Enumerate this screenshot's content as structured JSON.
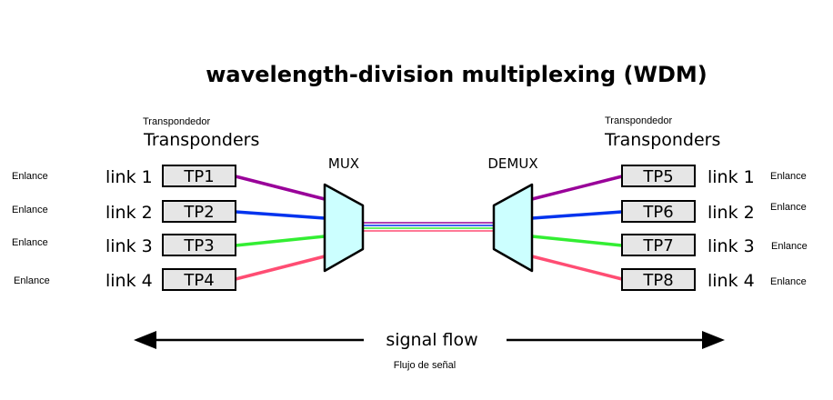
{
  "title": "wavelength-division multiplexing (WDM)",
  "left_group": {
    "translation": "Transpondedor",
    "heading": "Transponders"
  },
  "right_group": {
    "translation": "Transpondedor",
    "heading": "Transponders"
  },
  "mux_label": "MUX",
  "demux_label": "DEMUX",
  "signal_flow": {
    "label": "signal flow",
    "translation": "Flujo de señal"
  },
  "colors": {
    "link1": "#990099",
    "link2": "#0033ee",
    "link3": "#33ee33",
    "link4": "#ff4d73",
    "device_fill": "#ccffff",
    "box_fill": "#e6e6e6"
  },
  "left_links": [
    {
      "translation": "Enlance",
      "link": "link 1",
      "tp": "TP1"
    },
    {
      "translation": "Enlance",
      "link": "link 2",
      "tp": "TP2"
    },
    {
      "translation": "Enlance",
      "link": "link 3",
      "tp": "TP3"
    },
    {
      "translation": "Enlance",
      "link": "link 4",
      "tp": "TP4"
    }
  ],
  "right_links": [
    {
      "translation": "Enlance",
      "link": "link 1",
      "tp": "TP5"
    },
    {
      "translation": "Enlance",
      "link": "link 2",
      "tp": "TP6"
    },
    {
      "translation": "Enlance",
      "link": "link 3",
      "tp": "TP7"
    },
    {
      "translation": "Enlance",
      "link": "link 4",
      "tp": "TP8"
    }
  ]
}
